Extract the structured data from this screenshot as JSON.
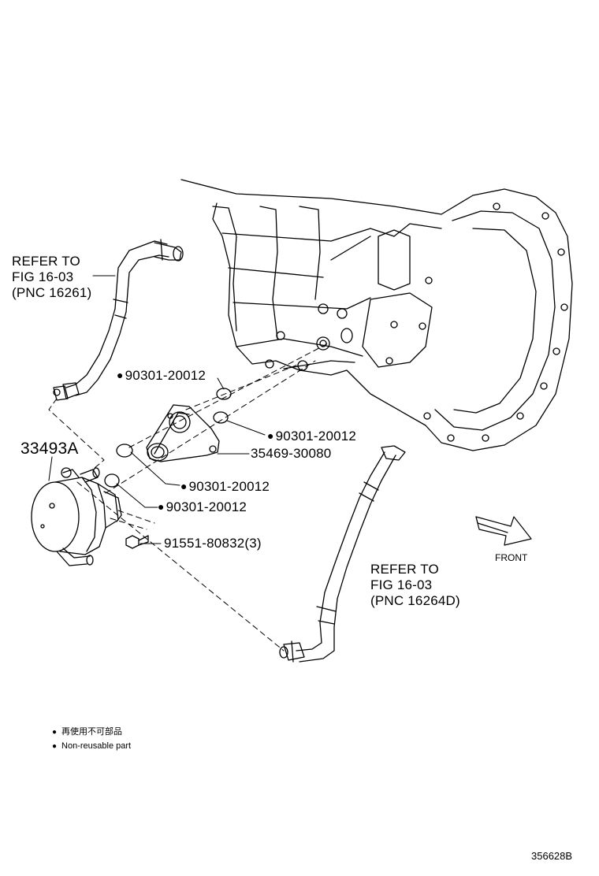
{
  "refer_top": {
    "line1": "REFER TO",
    "line2": "FIG 16-03",
    "line3": "(PNC 16261)"
  },
  "refer_bottom": {
    "line1": "REFER TO",
    "line2": "FIG 16-03",
    "line3": "(PNC 16264D)"
  },
  "parts": {
    "cooler": "33493A",
    "oring_1": "90301-20012",
    "oring_2": "90301-20012",
    "bracket": "35469-30080",
    "oring_3": "90301-20012",
    "oring_4": "90301-20012",
    "bolt": "91551-80832(3)"
  },
  "front_label": "FRONT",
  "legend": {
    "jp": "再使用不可部品",
    "en": "Non-reusable part"
  },
  "figure_number": "356628B",
  "line_color": "#000000"
}
